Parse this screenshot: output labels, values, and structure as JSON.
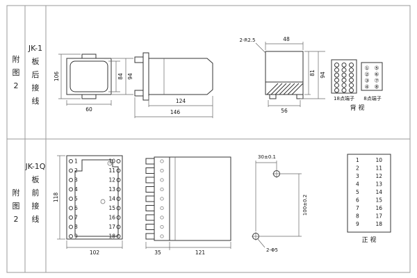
{
  "left_panel": {
    "top_fig": "附\n图\n2",
    "top_model": "JK-1\n板\n后\n接\n线",
    "bottom_fig": "附\n图\n2",
    "bottom_model": "JK-1Q\n板\n前\n接\n线"
  },
  "top_row": {
    "front": {
      "h106": "106",
      "w60": "60",
      "d84": "84",
      "d94": "94"
    },
    "side": {
      "d124": "124",
      "d146": "146"
    },
    "rear": {
      "callout": "2-R2.5",
      "d48": "48",
      "d81": "81",
      "d94": "94",
      "d56": "56"
    },
    "terminals": {
      "label18": "18点端子",
      "label8": "8点端子",
      "view": "背 视",
      "nums8": [
        "①",
        "⑤",
        "②",
        "⑥",
        "③",
        "⑦",
        "④",
        "⑧"
      ]
    }
  },
  "bottom_row": {
    "panel": {
      "d118": "118",
      "d102": "102",
      "left": [
        "1",
        "2",
        "3",
        "4",
        "5",
        "6",
        "7",
        "8",
        "9"
      ],
      "right": [
        "10",
        "11",
        "12",
        "13",
        "14",
        "15",
        "16",
        "17",
        "18"
      ]
    },
    "side": {
      "d35": "35",
      "d121": "121"
    },
    "drill": {
      "dh": "30±0.1",
      "dv": "100±0.2",
      "holes": "2-Φ5"
    },
    "table": {
      "left": [
        "1",
        "2",
        "3",
        "4",
        "5",
        "6",
        "7",
        "8",
        "9"
      ],
      "right": [
        "10",
        "11",
        "12",
        "13",
        "14",
        "15",
        "16",
        "17",
        "18"
      ],
      "view": "正 视"
    }
  }
}
